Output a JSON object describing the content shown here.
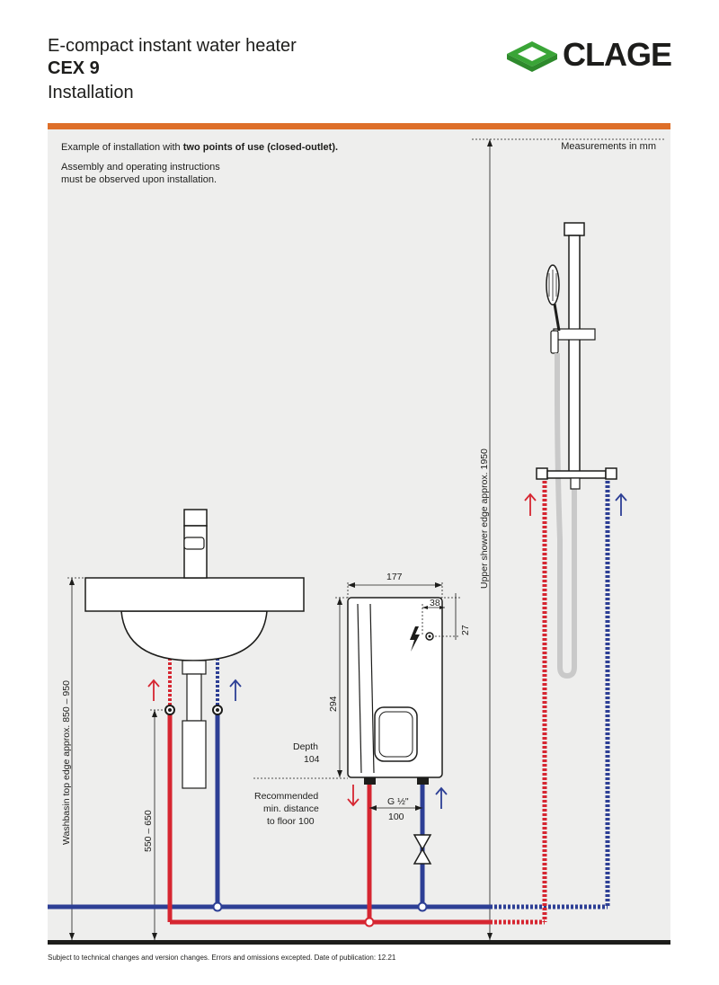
{
  "header": {
    "line1": "E-compact instant water heater",
    "line2": "CEX 9",
    "line3": "Installation"
  },
  "brand": {
    "name": "CLAGE",
    "logo_color": "#3aa537",
    "accent_bar": "#de6f29"
  },
  "intro": {
    "prefix": "Example of installation with ",
    "bold": "two points of use (closed-outlet).",
    "assembly_line1": "Assembly and operating instructions",
    "assembly_line2": "must be observed upon installation."
  },
  "measurements_note": "Measurements in mm",
  "dimensions": {
    "width": "177",
    "offset_x": "38",
    "offset_y": "27",
    "height": "294",
    "depth_label": "Depth",
    "depth_value": "104",
    "thread": "G ½\"",
    "pipe_spacing": "100",
    "min_distance_line1": "Recommended",
    "min_distance_line2": "min. distance",
    "min_distance_line3": "to floor 100",
    "washbasin_edge": "Washbasin top edge approx. 850 – 950",
    "basin_connection": "550 – 650",
    "shower_edge": "Upper shower edge approx. 1950"
  },
  "colors": {
    "hot": "#d62631",
    "cold": "#2d3f95",
    "panel": "#eeeeed"
  },
  "footer": "Subject to technical changes and version changes. Errors and omissions excepted. Date of publication: 12.21"
}
